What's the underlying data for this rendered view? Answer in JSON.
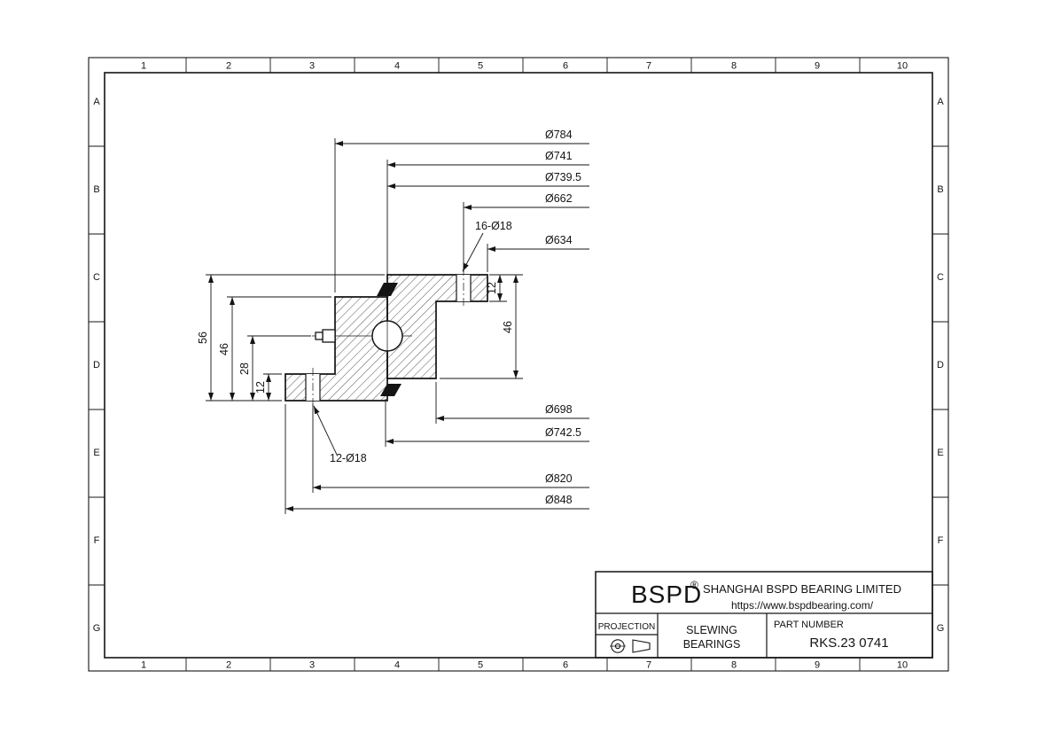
{
  "grid": {
    "columns": [
      "1",
      "2",
      "3",
      "4",
      "5",
      "6",
      "7",
      "8",
      "9",
      "10"
    ],
    "rows": [
      "A",
      "B",
      "C",
      "D",
      "E",
      "F",
      "G"
    ]
  },
  "dims": {
    "d784": "Ø784",
    "d741": "Ø741",
    "d739_5": "Ø739.5",
    "d662": "Ø662",
    "d634": "Ø634",
    "holes_top": "16-Ø18",
    "d698": "Ø698",
    "d742_5": "Ø742.5",
    "d820": "Ø820",
    "d848": "Ø848",
    "holes_bottom": "12-Ø18",
    "h56": "56",
    "h46_left": "46",
    "h28": "28",
    "h12_left": "12",
    "h12_right": "12",
    "h46_right": "46"
  },
  "title_block": {
    "brand": "BSPD",
    "reg": "®",
    "company": "SHANGHAI BSPD BEARING LIMITED",
    "url": "https://www.bspdbearing.com/",
    "projection_label": "PROJECTION",
    "product_line1": "SLEWING",
    "product_line2": "BEARINGS",
    "part_number_label": "PART  NUMBER",
    "part_number": "RKS.23 0741"
  },
  "colors": {
    "line": "#141414",
    "paper": "#ffffff"
  }
}
